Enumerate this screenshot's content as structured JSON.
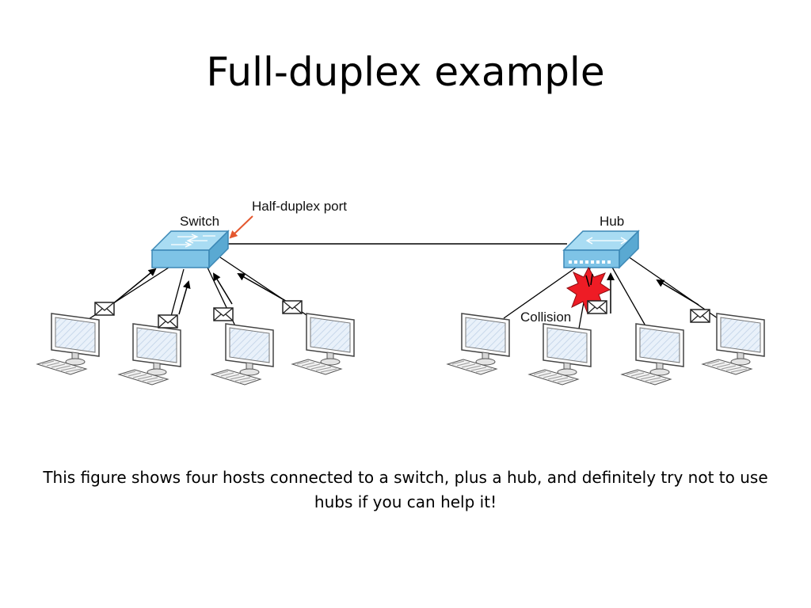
{
  "slide": {
    "title": "Full-duplex example",
    "caption": "This figure shows four hosts connected to a switch, plus a hub, and definitely try not to use hubs if you can help it!"
  },
  "diagram": {
    "labels": {
      "switch": "Switch",
      "hub": "Hub",
      "half_duplex_port": "Half-duplex port",
      "collision": "Collision"
    },
    "colors": {
      "device_fill": "#7ec3e6",
      "device_top": "#a9dcf3",
      "callout_arrow": "#e4572e",
      "collision_burst": "#ee1c25"
    },
    "icons": [
      "switch-icon",
      "hub-icon",
      "computer-icon",
      "envelope-icon",
      "collision-burst-icon"
    ]
  }
}
